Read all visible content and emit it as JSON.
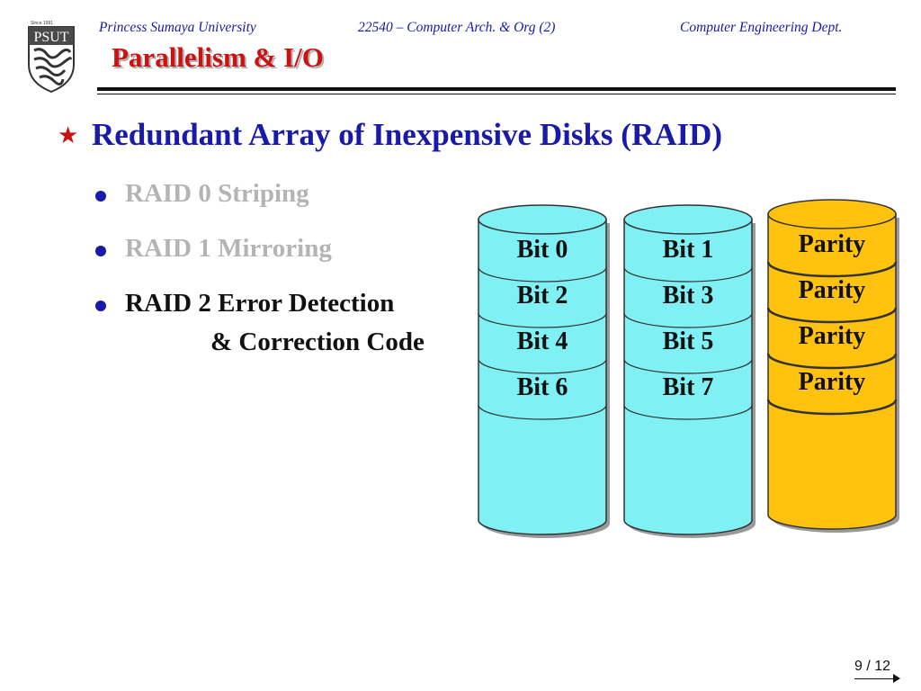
{
  "header": {
    "university": "Princess Sumaya University",
    "course": "22540 – Computer Arch. & Org (2)",
    "department": "Computer Engineering Dept.",
    "logo_text": "PSUT",
    "logo_since": "Since 1991"
  },
  "slide": {
    "title": "Parallelism & I/O",
    "main_heading": "Redundant Array of Inexpensive Disks (RAID)",
    "items": [
      {
        "label": "RAID 0 Striping"
      },
      {
        "label": "RAID 1 Mirroring"
      },
      {
        "label_line1": "RAID 2 Error Detection",
        "label_line2": "& Correction Code"
      }
    ]
  },
  "disks": [
    {
      "labels": [
        "Bit 0",
        "Bit 2",
        "Bit 4",
        "Bit 6"
      ]
    },
    {
      "labels": [
        "Bit 1",
        "Bit 3",
        "Bit 5",
        "Bit 7"
      ]
    },
    {
      "labels": [
        "Parity",
        "Parity",
        "Parity",
        "Parity"
      ]
    }
  ],
  "colors": {
    "data_disk": "#7ff0f4",
    "parity_disk": "#ffc20e",
    "title": "#cc1111",
    "heading": "#1a1aa8"
  },
  "footer": {
    "page_number": "9 / 12"
  }
}
